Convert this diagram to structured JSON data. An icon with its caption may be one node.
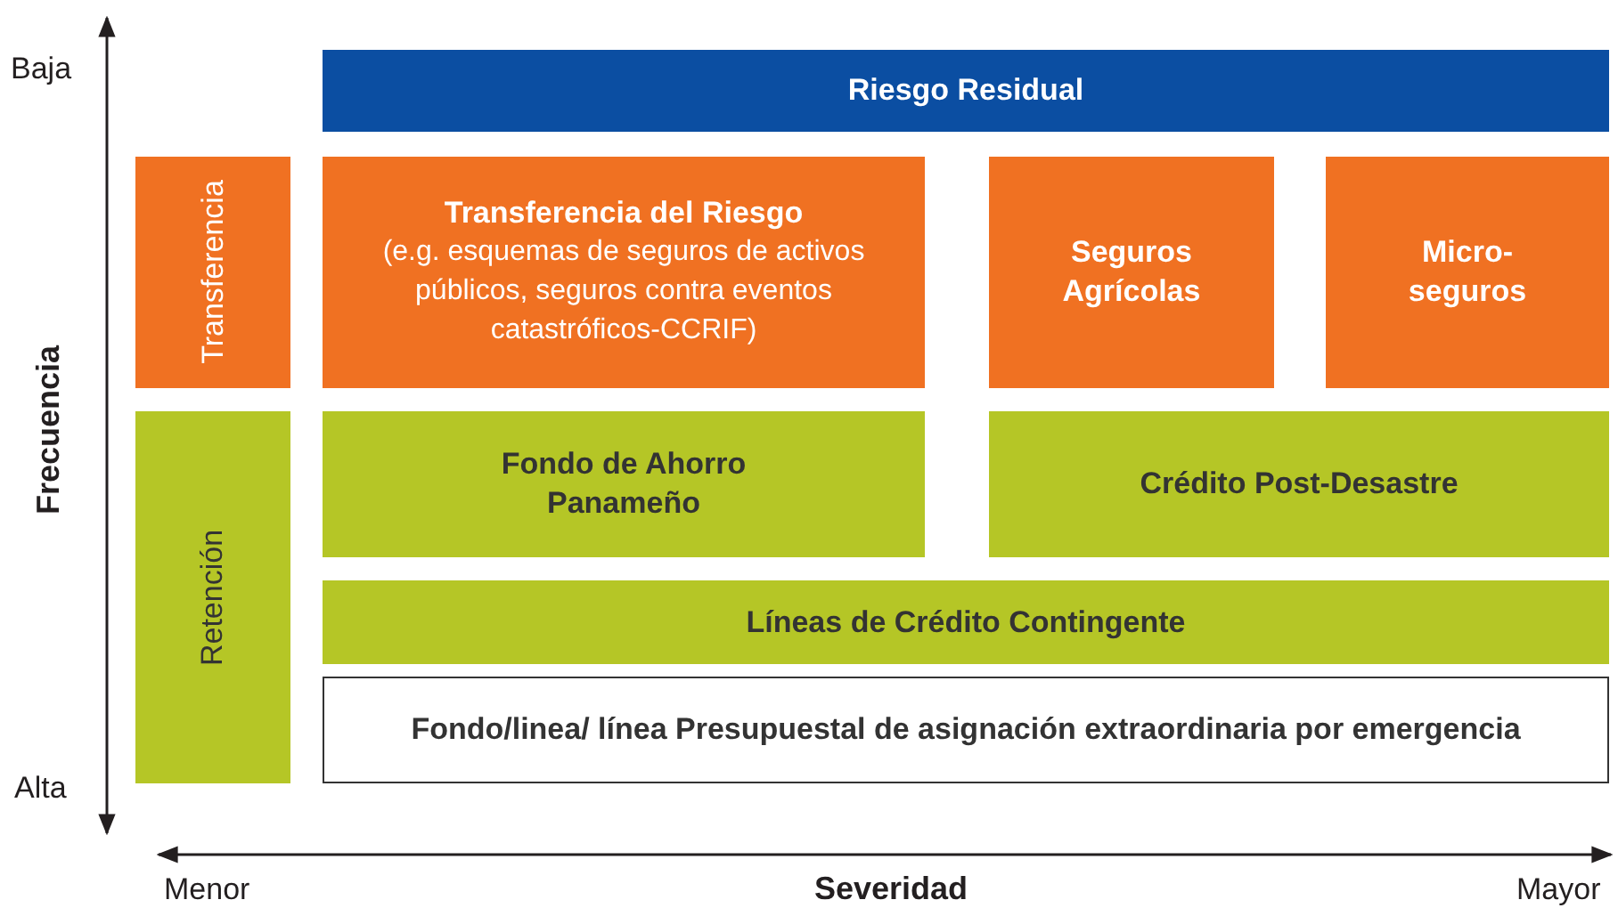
{
  "diagram": {
    "nodes": [
      {
        "text": [
          "Riesgo Residual"
        ]
      },
      {
        "text": [
          "Transferencia"
        ]
      },
      {
        "text": [
          "Transferencia del Riesgo",
          "(e.g. esquemas de seguros de activos  públicos, seguros contra eventos catastróficos-CCRIF)"
        ]
      },
      {
        "text": [
          "Seguros Agrícolas"
        ]
      },
      {
        "text": [
          "Micro-seguros"
        ]
      },
      {
        "text": [
          "Retención"
        ]
      },
      {
        "text": [
          "Fondo de Ahorro Panameño"
        ]
      },
      {
        "text": [
          "Crédito Post-Desastre"
        ]
      },
      {
        "text": [
          "Líneas de Crédito Contingente"
        ]
      },
      {
        "text": [
          "Fondo/linea/ línea Presupuestal de asignación extraordinaria por emergencia"
        ]
      }
    ],
    "edges": [],
    "labels": [
      "Baja",
      "Frecuencia",
      "Alta",
      "Menor",
      "Severidad",
      "Mayor"
    ]
  }
}
